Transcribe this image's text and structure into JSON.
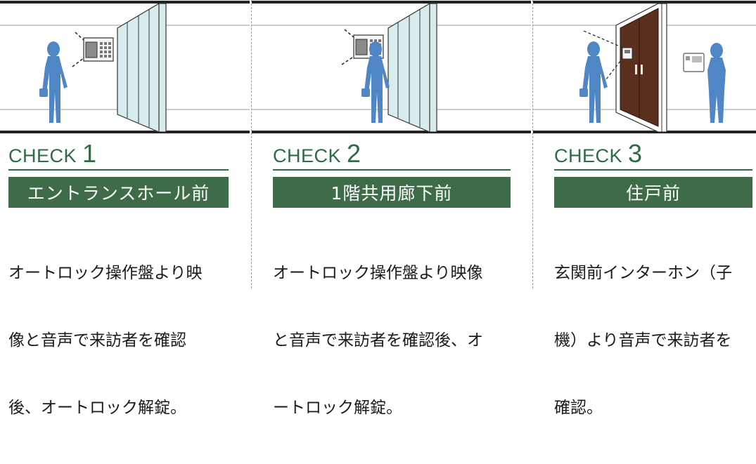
{
  "checks": [
    {
      "word": "CHECK",
      "number": "1",
      "location": "エントランスホール前",
      "description_lines": [
        "オートロック操作盤より映",
        "像と音声で来訪者を確認",
        "後、オートロック解錠。"
      ]
    },
    {
      "word": "CHECK",
      "number": "2",
      "location": "1階共用廊下前",
      "description_lines": [
        "オートロック操作盤より映像",
        "と音声で来訪者を確認後、オ",
        "ートロック解錠。"
      ]
    },
    {
      "word": "CHECK",
      "number": "3",
      "location": "住戸前",
      "description_lines": [
        "玄関前インターホン（子",
        "機）より音声で来訪者を",
        "確認。"
      ]
    }
  ],
  "colors": {
    "accent_green": "#3e6c49",
    "figure_blue": "#4f86c6",
    "glass": "#d8ecee",
    "door": "#5a2f1d"
  },
  "icons": [
    "person-silhouette-icon",
    "intercom-panel-icon",
    "glass-door-icon",
    "entrance-door-icon",
    "intercom-handset-icon"
  ]
}
